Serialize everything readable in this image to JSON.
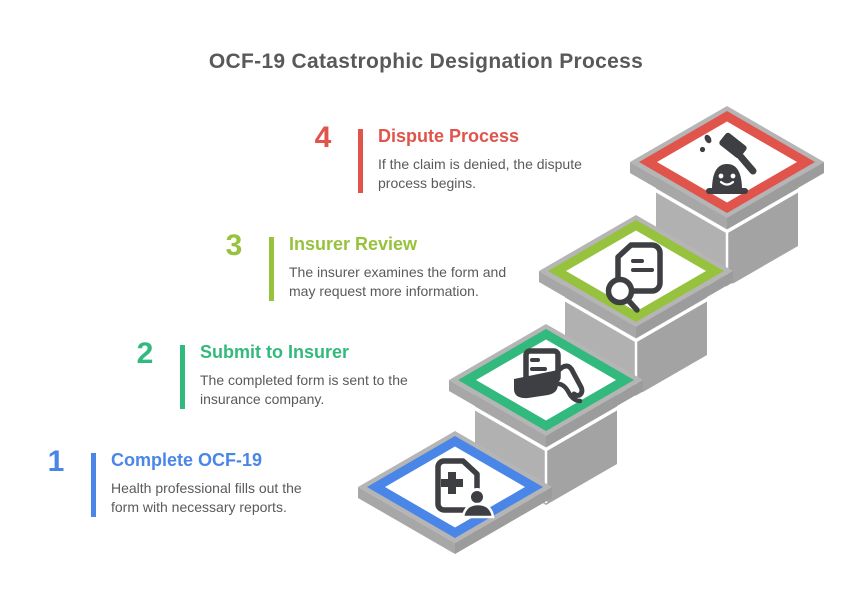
{
  "title": "OCF-19 Catastrophic Designation Process",
  "steps": [
    {
      "number": "1",
      "title": "Complete OCF-19",
      "description": "Health professional fills out the form with necessary reports.",
      "color": "#4a86e8",
      "icon": "medical-form-icon"
    },
    {
      "number": "2",
      "title": "Submit to Insurer",
      "description": "The completed form is sent to the insurance company.",
      "color": "#32b97d",
      "icon": "hand-document-icon"
    },
    {
      "number": "3",
      "title": "Insurer Review",
      "description": "The insurer examines the form and may request more information.",
      "color": "#97c23d",
      "icon": "document-search-icon"
    },
    {
      "number": "4",
      "title": "Dispute Process",
      "description": "If the claim is denied, the dispute process begins.",
      "color": "#e0544c",
      "icon": "gavel-icon"
    }
  ],
  "graphic": {
    "step_gray_top": "#b5b5b5",
    "step_gray_left": "#a7a7a7",
    "step_gray_right": "#9c9c9c",
    "riser_gray_light": "#b1b1b1",
    "riser_gray_dark": "#a3a3a3",
    "icon_color": "#3d3f42",
    "title_color": "#58595b",
    "body_text_color": "#5a5a5a"
  }
}
